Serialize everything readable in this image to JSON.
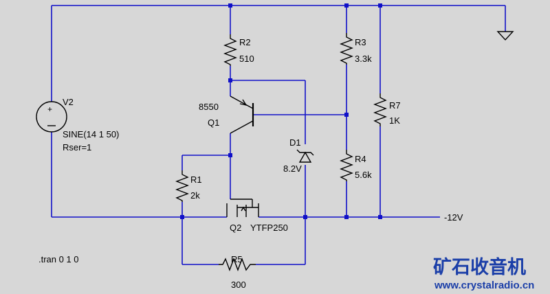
{
  "components": {
    "v2": {
      "name": "V2",
      "source": "SINE(14 1 50)",
      "rser": "Rser=1"
    },
    "r2": {
      "name": "R2",
      "value": "510"
    },
    "r3": {
      "name": "R3",
      "value": "3.3k"
    },
    "r7": {
      "name": "R7",
      "value": "1K"
    },
    "r4": {
      "name": "R4",
      "value": "5.6k"
    },
    "r1": {
      "name": "R1",
      "value": "2k"
    },
    "r5": {
      "name": "R5",
      "value": "300"
    },
    "q1": {
      "name": "Q1",
      "model": "8550"
    },
    "d1": {
      "name": "D1",
      "value": "8.2V"
    },
    "q2": {
      "name": "Q2",
      "model": "YTFP250"
    }
  },
  "net_labels": {
    "output": "-12V"
  },
  "directive": ".tran 0 1 0",
  "watermark": {
    "text_cn": "矿石收音机",
    "url": "www.crystalradio.cn"
  },
  "colors": {
    "wire": "#1010c8",
    "background": "#d7d7d7",
    "watermark": "#1a3ea8"
  }
}
